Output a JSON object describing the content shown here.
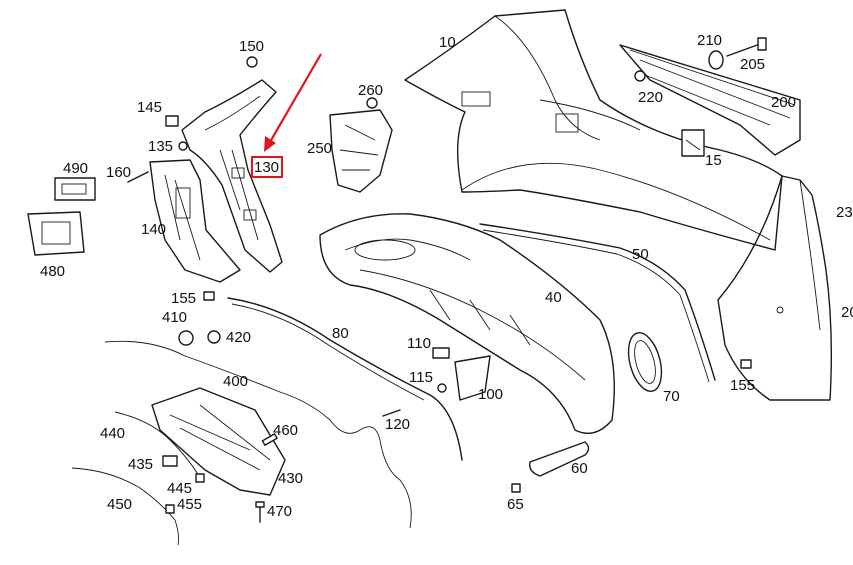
{
  "diagram": {
    "highlighted_part": "130",
    "highlight_color": "#e0141b",
    "callouts": [
      {
        "id": "150",
        "text": "150"
      },
      {
        "id": "145",
        "text": "145"
      },
      {
        "id": "135",
        "text": "135"
      },
      {
        "id": "130",
        "text": "130"
      },
      {
        "id": "160",
        "text": "160"
      },
      {
        "id": "490",
        "text": "490"
      },
      {
        "id": "140",
        "text": "140"
      },
      {
        "id": "480",
        "text": "480"
      },
      {
        "id": "10",
        "text": "10"
      },
      {
        "id": "260",
        "text": "260"
      },
      {
        "id": "250",
        "text": "250"
      },
      {
        "id": "210",
        "text": "210"
      },
      {
        "id": "205",
        "text": "205"
      },
      {
        "id": "220",
        "text": "220"
      },
      {
        "id": "200",
        "text": "200"
      },
      {
        "id": "15",
        "text": "15"
      },
      {
        "id": "23",
        "text": "23"
      },
      {
        "id": "50",
        "text": "50"
      },
      {
        "id": "20",
        "text": "20"
      },
      {
        "id": "155a",
        "text": "155"
      },
      {
        "id": "410",
        "text": "410"
      },
      {
        "id": "420",
        "text": "420"
      },
      {
        "id": "80",
        "text": "80"
      },
      {
        "id": "40",
        "text": "40"
      },
      {
        "id": "110",
        "text": "110"
      },
      {
        "id": "115",
        "text": "115"
      },
      {
        "id": "100",
        "text": "100"
      },
      {
        "id": "400",
        "text": "400"
      },
      {
        "id": "70",
        "text": "70"
      },
      {
        "id": "155b",
        "text": "155"
      },
      {
        "id": "120",
        "text": "120"
      },
      {
        "id": "440",
        "text": "440"
      },
      {
        "id": "460",
        "text": "460"
      },
      {
        "id": "435",
        "text": "435"
      },
      {
        "id": "445",
        "text": "445"
      },
      {
        "id": "430",
        "text": "430"
      },
      {
        "id": "455",
        "text": "455"
      },
      {
        "id": "450",
        "text": "450"
      },
      {
        "id": "470",
        "text": "470"
      },
      {
        "id": "60",
        "text": "60"
      },
      {
        "id": "65",
        "text": "65"
      }
    ]
  }
}
